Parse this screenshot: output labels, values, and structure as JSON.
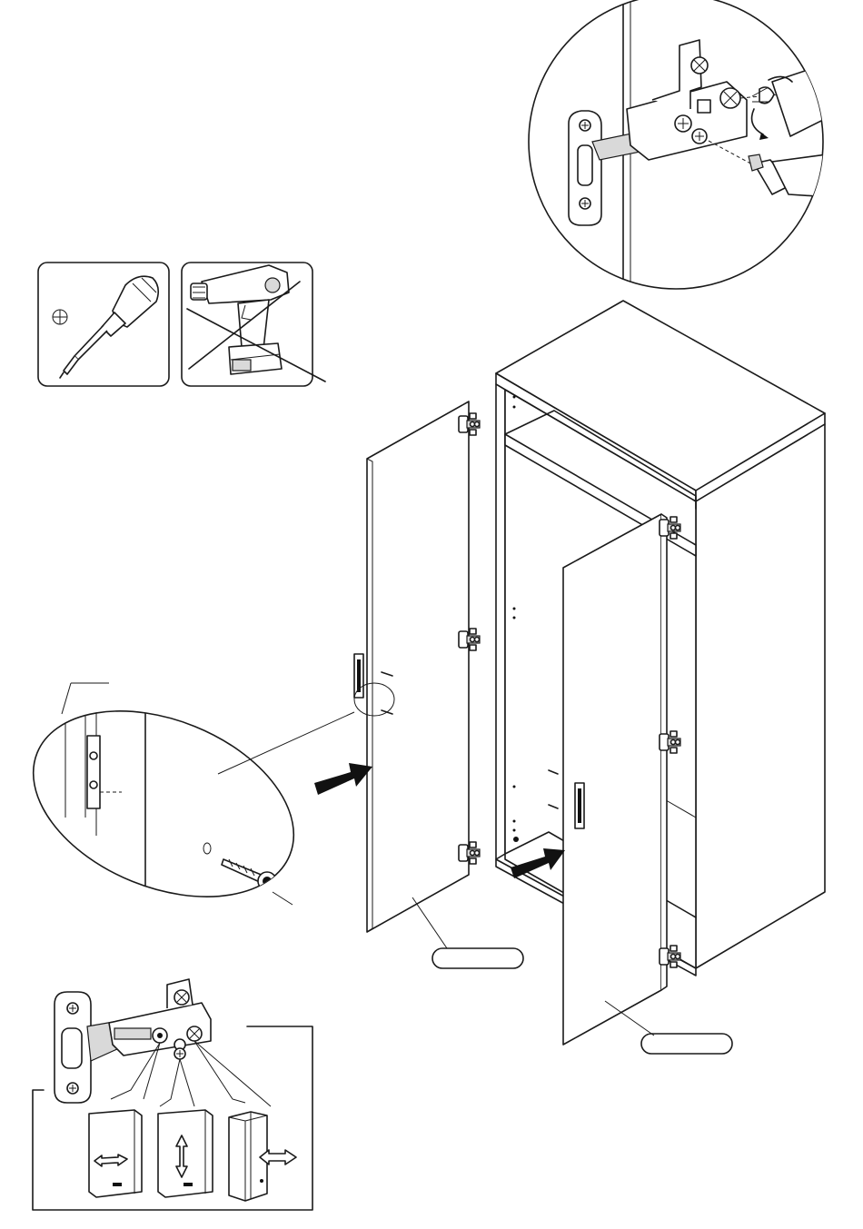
{
  "diagram": {
    "kind": "assembly-instruction",
    "line_color": "#1a1a1a",
    "background": "#ffffff",
    "part_labels": [
      {
        "id": "door-left-label",
        "text": ""
      },
      {
        "id": "door-right-label",
        "text": ""
      }
    ],
    "tools": [
      {
        "name": "phillips-screwdriver",
        "allowed": true,
        "symbol": "⊕"
      },
      {
        "name": "cordless-drill",
        "allowed": false
      }
    ],
    "hinge_adjustments": [
      {
        "screw": "depth",
        "direction": "horizontal-arrow"
      },
      {
        "screw": "height",
        "direction": "vertical-arrow"
      },
      {
        "screw": "side",
        "direction": "horizontal-arrow"
      }
    ]
  }
}
